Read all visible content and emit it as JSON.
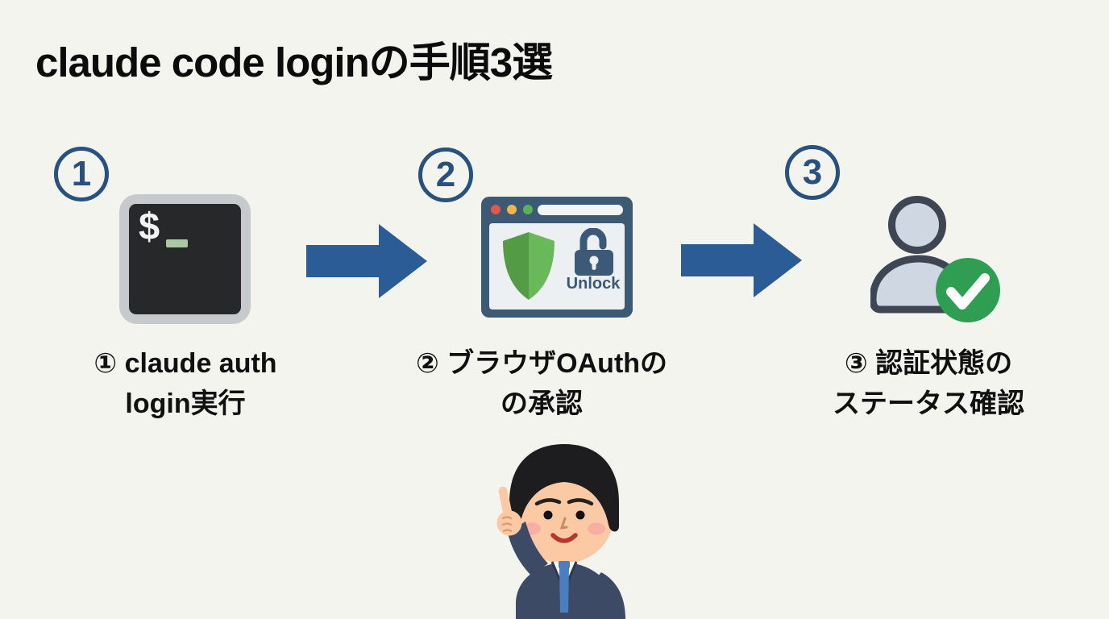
{
  "title": "claude code loginの手順3選",
  "steps": [
    {
      "badge_label": "1",
      "icon": "terminal-icon",
      "caption_line1": "① claude auth",
      "caption_line2": "login実行"
    },
    {
      "badge_label": "2",
      "icon": "browser-oauth-shield-icon",
      "unlock_label": "Unlock",
      "caption_line1": "② ブラウザOAuthの",
      "caption_line2": "の承認"
    },
    {
      "badge_label": "3",
      "icon": "user-check-icon",
      "caption_line1": "③ 認証状態の",
      "caption_line2": "ステータス確認"
    }
  ],
  "terminal": {
    "prompt": "$",
    "cursor": "_"
  },
  "mascot": {
    "description": "pointing businessman illustration"
  },
  "colors": {
    "background": "#f4f4ef",
    "badge_blue": "#29517f",
    "arrow_blue": "#2b5c95",
    "terminal_frame": "#c6cacc",
    "terminal_screen": "#27282a",
    "terminal_cursor_green": "#abc9a4",
    "browser_frame": "#3d5a74",
    "shield_green_dark": "#549b46",
    "shield_green_light": "#69b95b",
    "check_green": "#2f9e52",
    "user_fill": "#cfd7e2",
    "user_stroke": "#3e4654"
  }
}
